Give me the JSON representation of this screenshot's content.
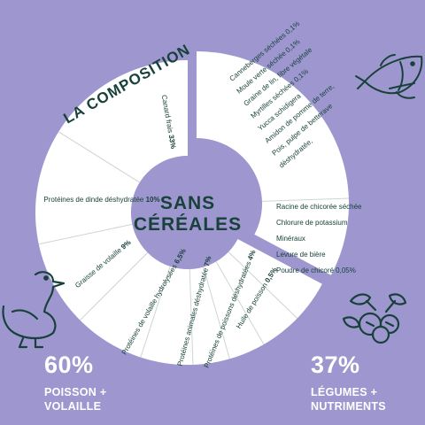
{
  "title": "LA COMPOSITION",
  "center": {
    "line1": "SANS",
    "line2": "CÉRÉALES"
  },
  "colors": {
    "background": "#9e97cf",
    "dark_green": "#17413a",
    "white": "#ffffff",
    "divider": "#cbd6d3"
  },
  "icons": [
    "fish-icon",
    "duck-icon",
    "berries-icon"
  ],
  "ingredients": [
    {
      "name": "Canard frais",
      "amount": "33%"
    },
    {
      "name": "Protéines de dinde déshydratée",
      "amount": "10%"
    },
    {
      "name": "Graisse de volaille",
      "amount": "9%"
    },
    {
      "name": "Protéines de volaille hydrolysées",
      "amount": "6,5%"
    },
    {
      "name": "Protéines animales déshydratée",
      "amount": "7%"
    },
    {
      "name": "Protéines de poissons déshydratées",
      "amount": "4%"
    },
    {
      "name": "Huile de poisson",
      "amount": "0,5%"
    }
  ],
  "vegetables": {
    "list_top": [
      "Canneberges séchées 0,1%",
      "Moule verte séchée 0,1%",
      "Graine de lin, fibre végétale",
      "Myrtilles séchées 0,1%",
      "Yucca schidigera",
      "Amidon de pomme de terre,",
      "Pois, pulpe de betterave",
      "déshydratée,"
    ],
    "list_bottom": [
      "Racine de chicorée séchée",
      "Chlorure de potassium",
      "Minéraux",
      "Levure de bière",
      "Poudre de chicoré 0,05%"
    ]
  },
  "stats": {
    "left": {
      "percent": "60%",
      "label1": "POISSON +",
      "label2": "VOLAILLE"
    },
    "right": {
      "percent": "37%",
      "label1": "LÉGUMES +",
      "label2": "NUTRIMENTS"
    }
  }
}
